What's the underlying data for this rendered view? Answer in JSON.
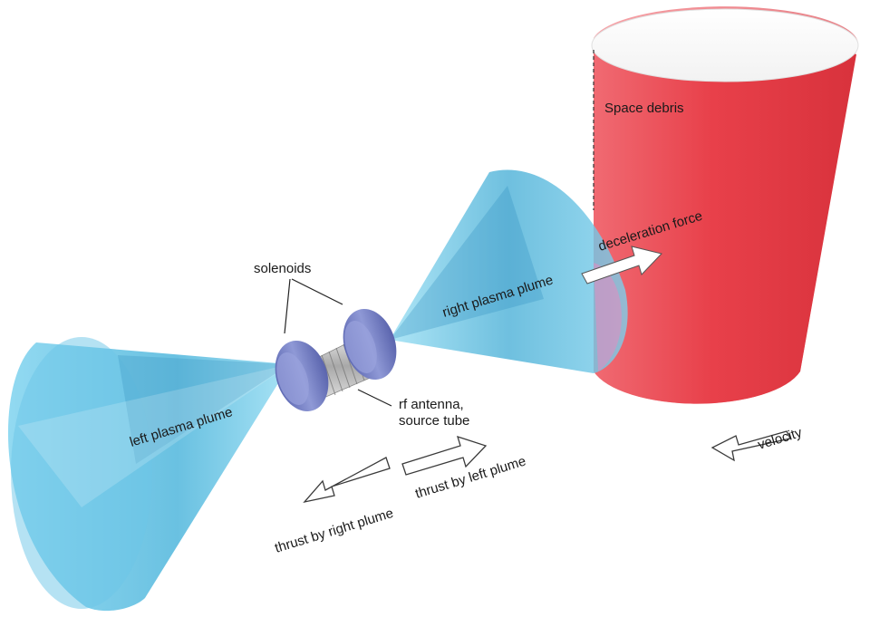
{
  "labels": {
    "space_debris": "Space debris",
    "deceleration_force": "deceleration force",
    "right_plasma_plume": "right plasma plume",
    "solenoids": "solenoids",
    "left_plasma_plume": "left plasma plume",
    "rf_antenna_line1": "rf antenna,",
    "rf_antenna_line2": "source tube",
    "thrust_by_left_plume": "thrust by left plume",
    "thrust_by_right_plume": "thrust by right plume",
    "velocity": "velocity"
  },
  "colors": {
    "debris_red": "#e8404a",
    "plume_blue": "#5bc4e6",
    "solenoid_purple": "#7b86c9",
    "tube_silver": "#c9c9c9",
    "arrow_outline": "#3a3a3a"
  }
}
